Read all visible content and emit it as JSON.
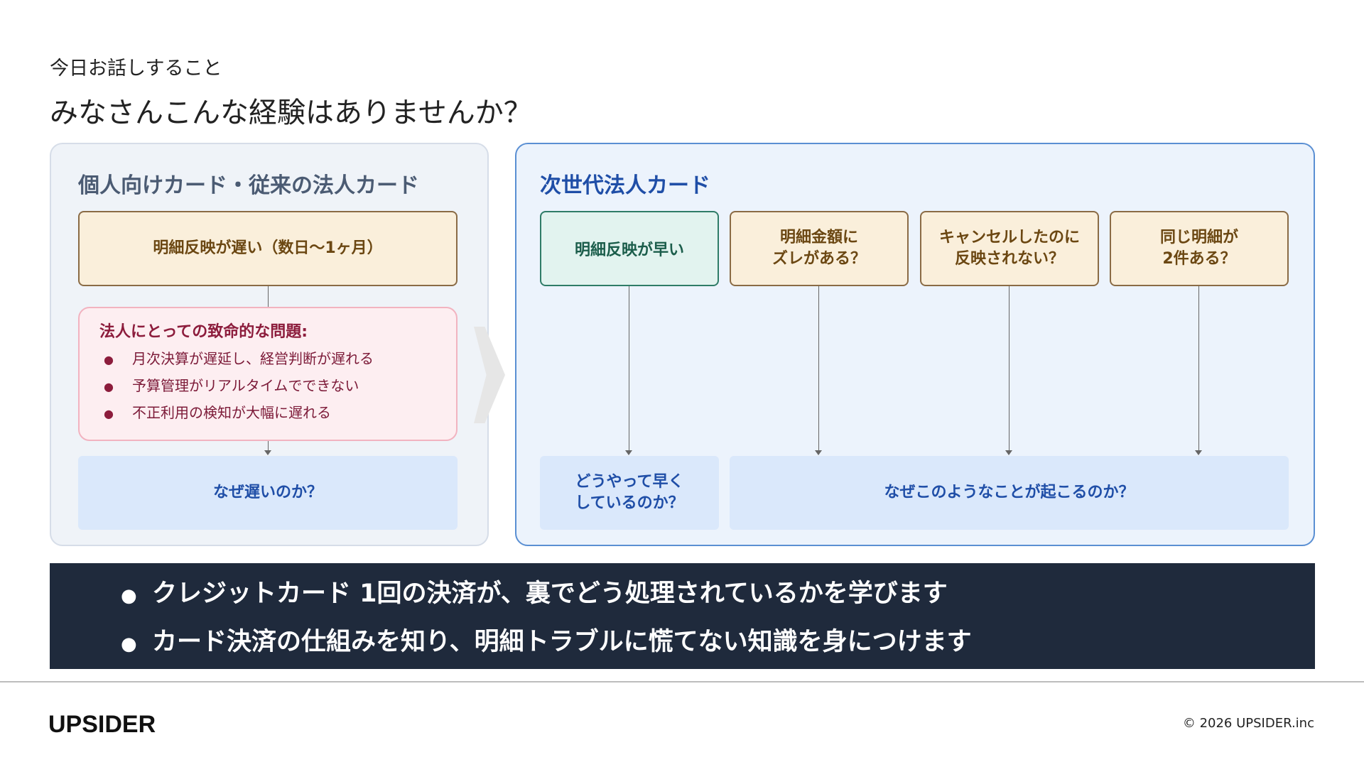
{
  "header": {
    "kicker": "今日お話しすること",
    "title": "みなさんこんな経験はありませんか？"
  },
  "left_panel": {
    "heading": "個人向けカード・従来の法人カード",
    "top_card": "明細反映が遅い（数日〜1ヶ月）",
    "problem_title": "法人にとっての致命的な問題:",
    "problems": [
      "月次決算が遅延し、経営判断が遅れる",
      "予算管理がリアルタイムでできない",
      "不正利用の検知が大幅に遅れる"
    ],
    "bottom_card": "なぜ遅いのか？"
  },
  "right_panel": {
    "heading": "次世代法人カード",
    "cards": [
      {
        "line1": "明細反映が早い",
        "line2": ""
      },
      {
        "line1": "明細金額に",
        "line2": "ズレがある？"
      },
      {
        "line1": "キャンセルしたのに",
        "line2": "反映されない？"
      },
      {
        "line1": "同じ明細が",
        "line2": "2件ある？"
      }
    ],
    "bottom_left": {
      "line1": "どうやって早く",
      "line2": "しているのか？"
    },
    "bottom_right": "なぜこのようなことが起こるのか？"
  },
  "banner": {
    "items": [
      "クレジットカード 1回の決済が、裏でどう処理されているかを学びます",
      "カード決済の仕組みを知り、明細トラブルに慌てない知識を身につけます"
    ]
  },
  "footer": {
    "logo": "UPSIDER",
    "copyright": "© 2026 UPSIDER.inc"
  },
  "colors": {
    "banner_bg": "#1f2a3c",
    "accent_blue": "#1f4ea7",
    "warning_red": "#8c1c3c",
    "tan_card": "#faefdb",
    "green_card": "#e2f3ef"
  }
}
